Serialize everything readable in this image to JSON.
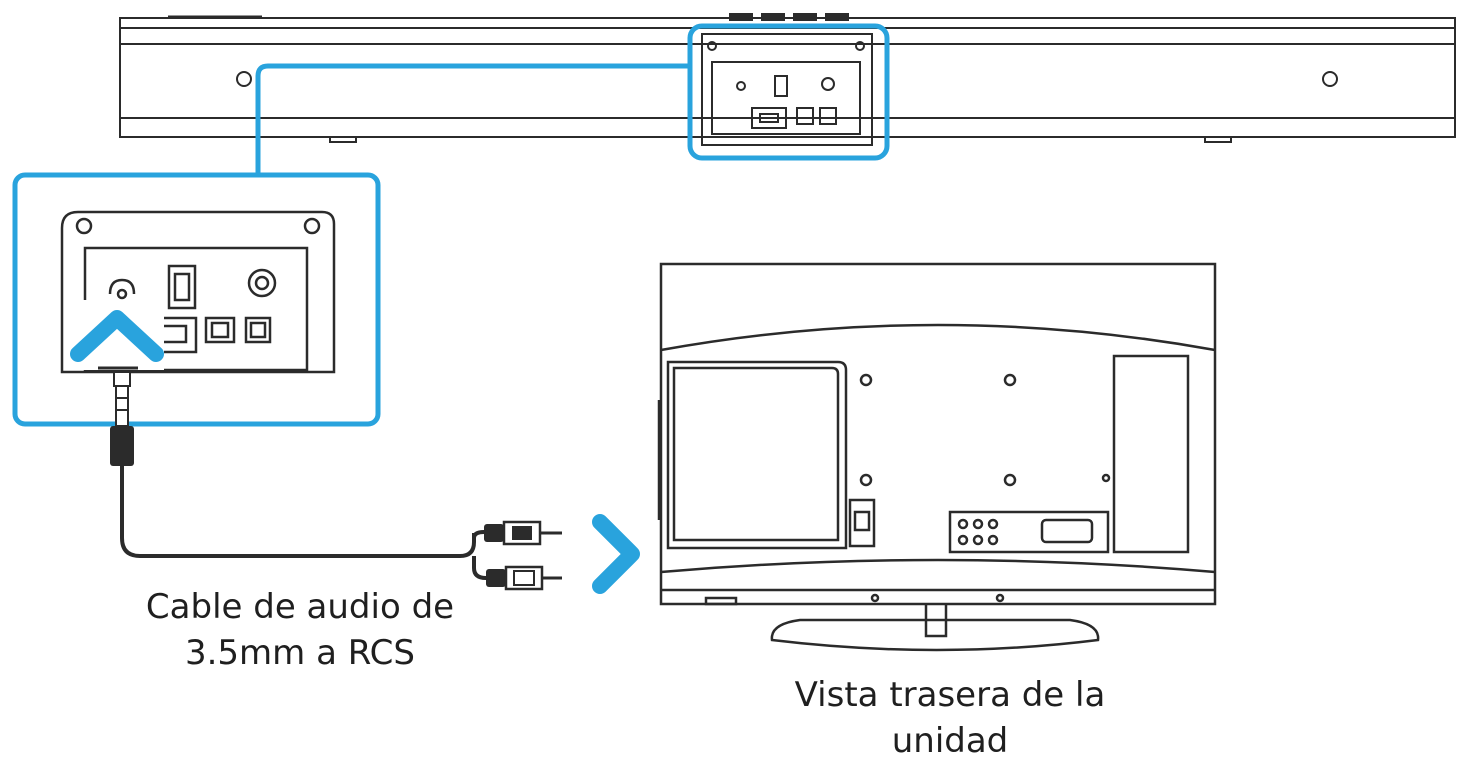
{
  "captions": {
    "cable_line1": "Cable de audio de",
    "cable_line2": "3.5mm a RCS",
    "tv_line1": "Vista trasera de la",
    "tv_line2": "unidad"
  },
  "colors": {
    "accent": "#29a3dd",
    "line": "#2b2b2b",
    "background": "#ffffff"
  },
  "icons": [
    "headphone-jack-icon",
    "usb-port-icon",
    "dc-power-port-icon",
    "hdmi-port-icon",
    "optical-port-icon",
    "up-chevron-icon",
    "right-chevron-icon"
  ]
}
